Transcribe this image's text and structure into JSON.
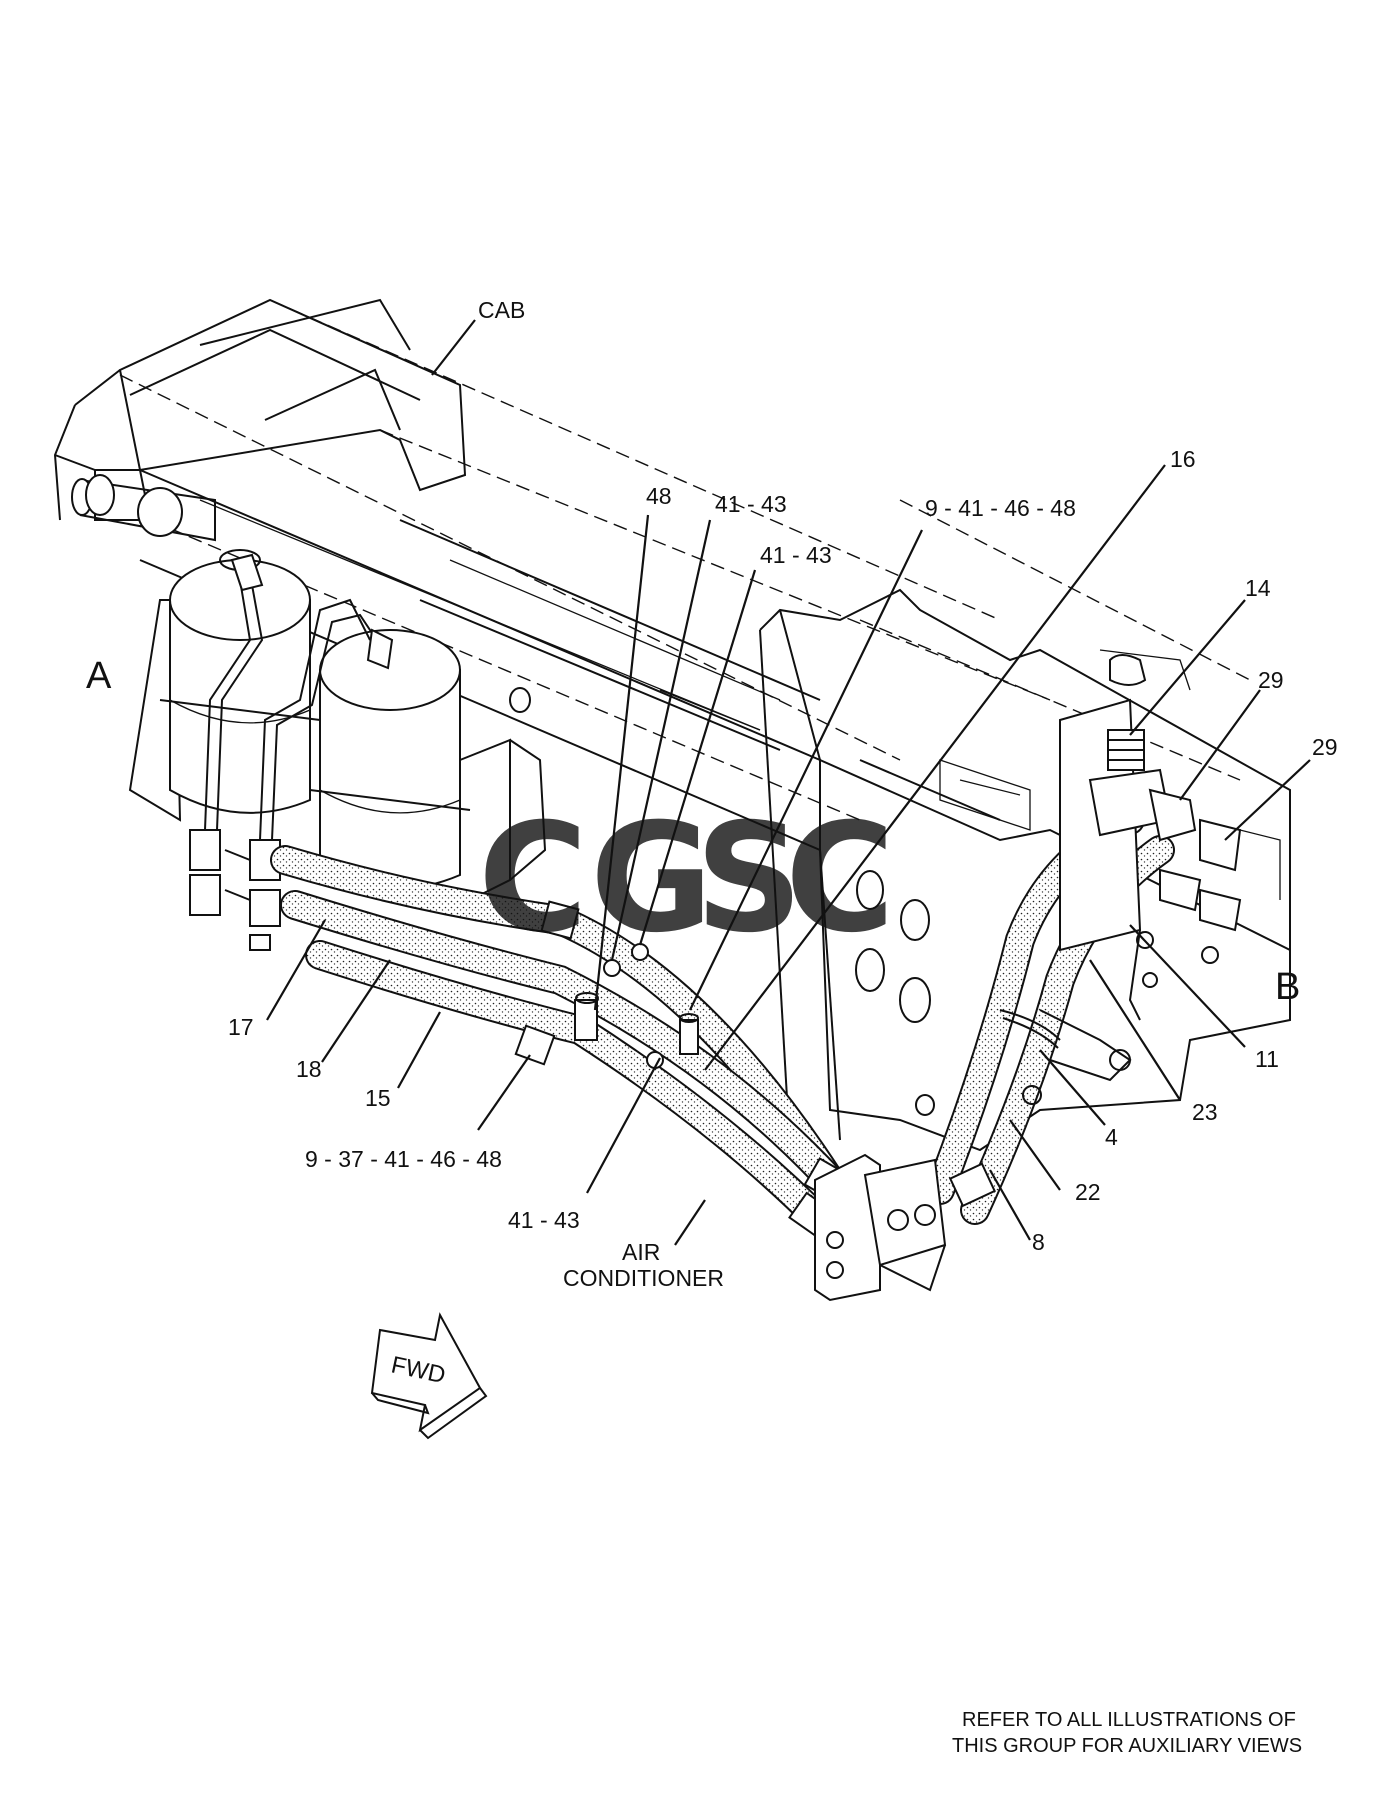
{
  "watermark": {
    "letters": [
      "C",
      "G",
      "S",
      "C"
    ],
    "colors": [
      "#4f8ff7",
      "#ef5350",
      "#ffd54f",
      "#4caf7d"
    ]
  },
  "view_labels": {
    "a": "A",
    "b": "B"
  },
  "callouts": {
    "cab": "CAB",
    "c48": "48",
    "c41_43_a": "41 - 43",
    "c41_43_b": "41 - 43",
    "c9_41_46_48": "9 - 41 - 46 - 48",
    "c16": "16",
    "c14": "14",
    "c29_a": "29",
    "c29_b": "29",
    "c17": "17",
    "c18": "18",
    "c15": "15",
    "c9_37_41_46_48": "9 - 37 - 41 - 46 - 48",
    "c41_43_c": "41 - 43",
    "air": "AIR",
    "conditioner": "CONDITIONER",
    "c11": "11",
    "c4": "4",
    "c23": "23",
    "c22": "22",
    "c8": "8"
  },
  "fwd_label": "FWD",
  "note": {
    "line1": "REFER TO ALL ILLUSTRATIONS OF",
    "line2": "THIS GROUP FOR AUXILIARY VIEWS"
  }
}
